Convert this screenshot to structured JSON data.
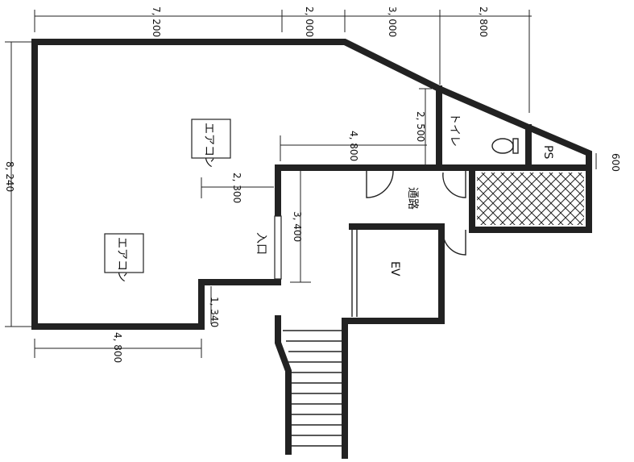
{
  "dimensions": {
    "top_1": "7, 200",
    "top_2": "2, 000",
    "top_3": "3, 000",
    "top_4": "2, 800",
    "left_height": "8, 240",
    "bottom_width": "4, 800",
    "wc_depth": "2, 500",
    "mid_width": "4, 800",
    "notch_depth": "2, 300",
    "corridor_height": "3, 400",
    "step_small": "1, 340",
    "ps_small": "600"
  },
  "labels": {
    "aircon": "エアコン",
    "entrance": "入口",
    "toilet": "トイレ",
    "ps": "PS",
    "corridor": "通路",
    "elevator": "EV"
  }
}
